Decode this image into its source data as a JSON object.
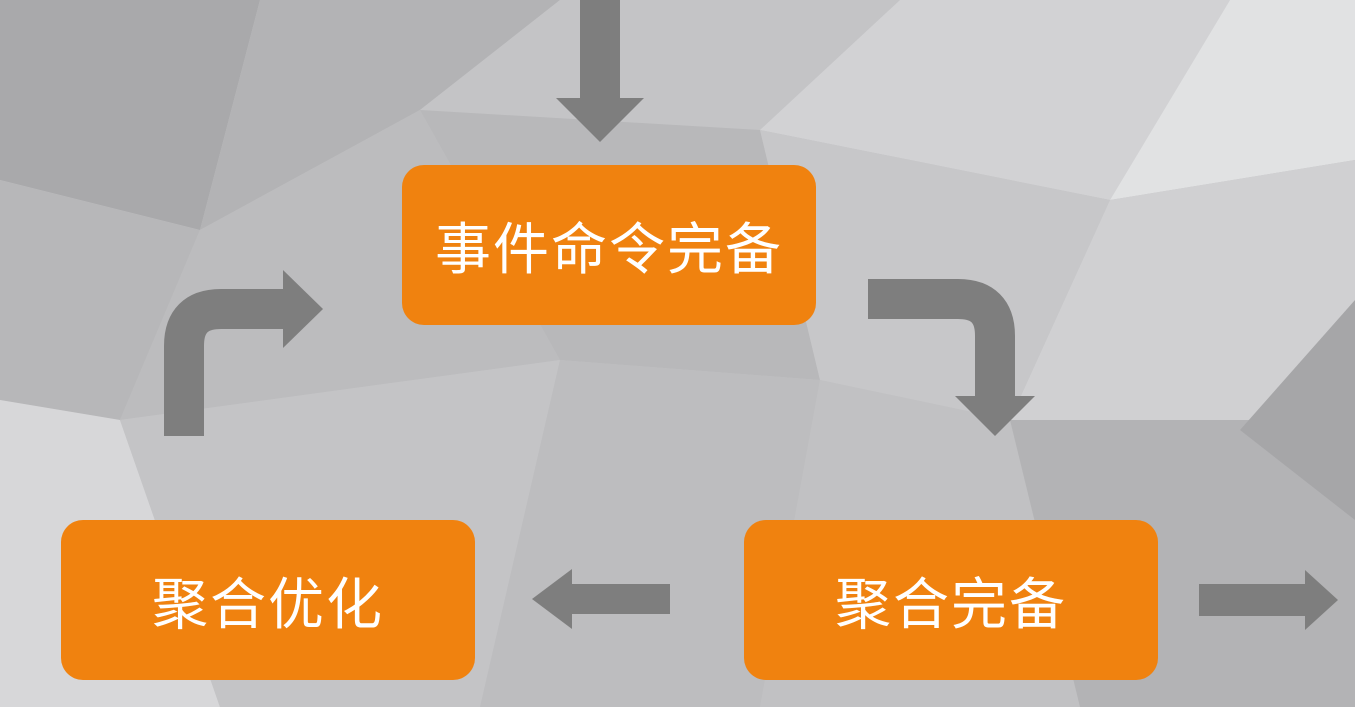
{
  "colors": {
    "node_fill": "#f0820f",
    "node_text": "#ffffff",
    "arrow": "#7e7e7e",
    "background": "#c2c2c4"
  },
  "nodes": {
    "top": {
      "label": "事件命令完备"
    },
    "right": {
      "label": "聚合完备"
    },
    "left": {
      "label": "聚合优化"
    }
  },
  "arrows": [
    {
      "name": "arrow-into-top-node",
      "from": "outside-top",
      "to": "top"
    },
    {
      "name": "arrow-top-to-right",
      "from": "top",
      "to": "right"
    },
    {
      "name": "arrow-right-to-left",
      "from": "right",
      "to": "left"
    },
    {
      "name": "arrow-left-to-top",
      "from": "left",
      "to": "top"
    },
    {
      "name": "arrow-out-of-right-node",
      "from": "right",
      "to": "outside-right"
    }
  ]
}
